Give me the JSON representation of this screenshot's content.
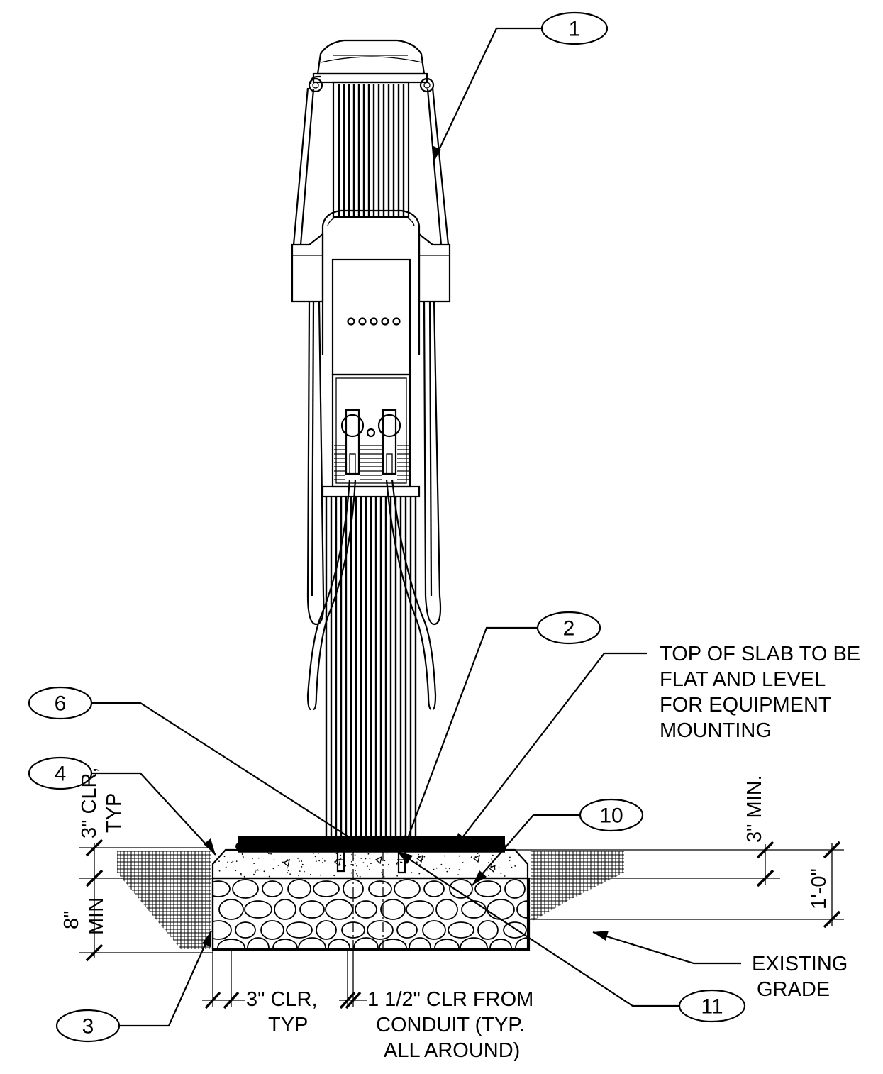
{
  "callouts": {
    "c1": "1",
    "c2": "2",
    "c3": "3",
    "c4": "4",
    "c6": "6",
    "c10": "10",
    "c11": "11"
  },
  "notes": {
    "slab_line1": "TOP OF SLAB TO BE",
    "slab_line2": "FLAT AND LEVEL",
    "slab_line3": "FOR EQUIPMENT",
    "slab_line4": "MOUNTING",
    "grade_line1": "EXISTING",
    "grade_line2": "GRADE",
    "conduit_line1": "1 1/2\" CLR FROM",
    "conduit_line2": "CONDUIT (TYP.",
    "conduit_line3": "ALL AROUND)"
  },
  "dimensions": {
    "clr_bottom_line1": "3\" CLR,",
    "clr_bottom_line2": "TYP",
    "clr_top_line1": "3\" CLR,",
    "clr_top_line2": "TYP",
    "min_8_line1": "8\"",
    "min_8_line2": "MIN",
    "min_3": "3\" MIN.",
    "depth": "1'-0\""
  }
}
